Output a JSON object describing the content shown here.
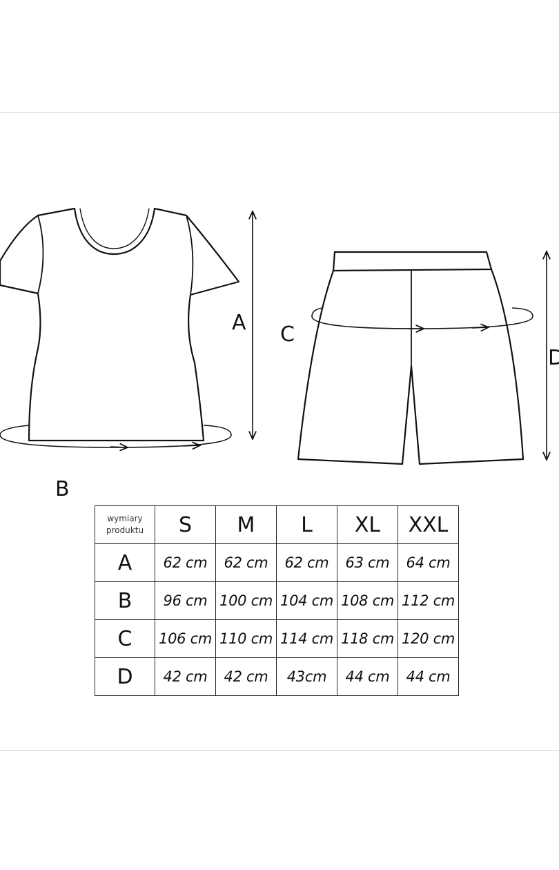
{
  "diagram": {
    "labels": {
      "a": "A",
      "b": "B",
      "c": "C",
      "d": "D"
    }
  },
  "table": {
    "header": {
      "line1": "wymiary",
      "line2": "produktu",
      "sizes": [
        "S",
        "M",
        "L",
        "XL",
        "XXL"
      ]
    },
    "rows": [
      {
        "label": "A",
        "values": [
          "62 cm",
          "62 cm",
          "62 cm",
          "63 cm",
          "64 cm"
        ]
      },
      {
        "label": "B",
        "values": [
          "96 cm",
          "100 cm",
          "104 cm",
          "108 cm",
          "112 cm"
        ]
      },
      {
        "label": "C",
        "values": [
          "106 cm",
          "110 cm",
          "114 cm",
          "118 cm",
          "120 cm"
        ]
      },
      {
        "label": "D",
        "values": [
          "42 cm",
          "42 cm",
          "43cm",
          "44 cm",
          "44 cm"
        ]
      }
    ]
  }
}
